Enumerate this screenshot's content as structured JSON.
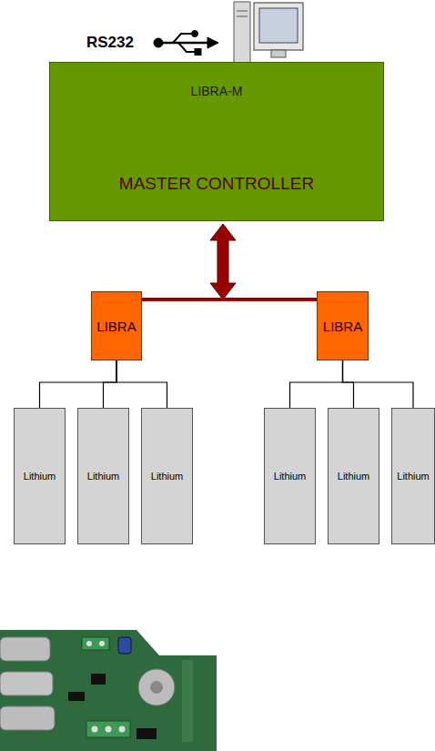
{
  "diagram": {
    "nodes": [
      {
        "text": [
          "LIBRA-M",
          "MASTER CONTROLLER"
        ]
      },
      {
        "text": [
          "LIBRA"
        ]
      },
      {
        "text": [
          "LIBRA"
        ]
      },
      {
        "text": [
          "Lithium"
        ]
      },
      {
        "text": [
          "Lithium"
        ]
      },
      {
        "text": [
          "Lithium"
        ]
      },
      {
        "text": [
          "Lithium"
        ]
      },
      {
        "text": [
          "Lithium"
        ]
      },
      {
        "text": [
          "Lithium"
        ]
      }
    ],
    "edges": [
      {
        "from": 1,
        "to": 2,
        "arrow": "none"
      },
      {
        "from": 1,
        "to": 3,
        "arrow": "none"
      },
      {
        "from": 1,
        "to": 4,
        "arrow": "none"
      },
      {
        "from": 1,
        "to": 5,
        "arrow": "none"
      },
      {
        "from": 2,
        "to": 6,
        "arrow": "none"
      },
      {
        "from": 2,
        "to": 7,
        "arrow": "none"
      },
      {
        "from": 2,
        "to": 8,
        "arrow": "none"
      }
    ],
    "labels": [
      "RS232"
    ]
  }
}
